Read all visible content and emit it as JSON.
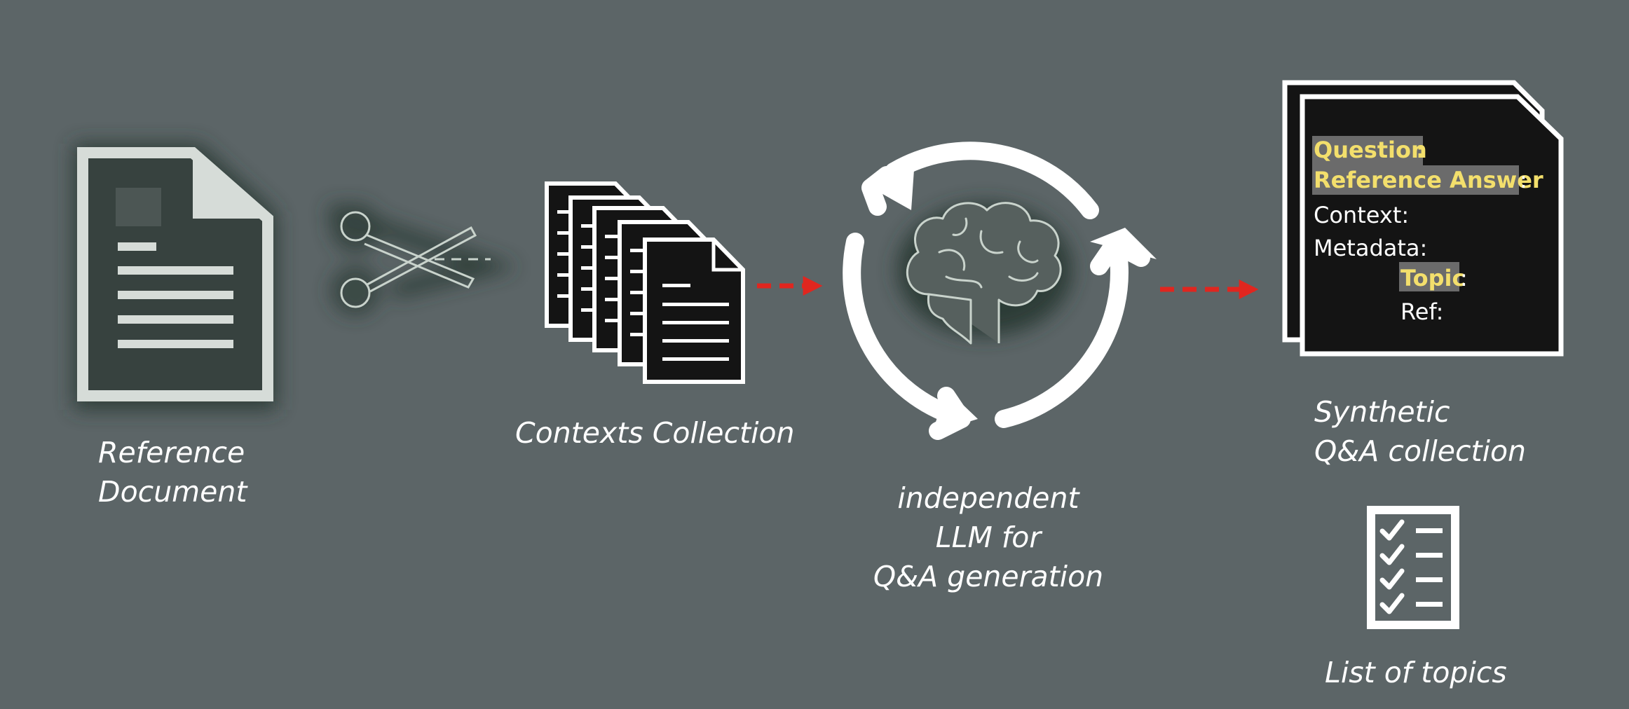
{
  "colors": {
    "background": "#5c6567",
    "icon_white": "#ffffff",
    "doc_dark": "#141414",
    "arrow_red": "#e0261f",
    "highlight_yellow": "#f3df6c",
    "highlight_bg": "#6b6b6b",
    "glow": "#2a3a34",
    "outline_light": "#c9d3cc"
  },
  "nodes": {
    "reference_document": {
      "icon": "document-icon",
      "caption": [
        "Reference",
        "Document"
      ]
    },
    "scissors": {
      "icon": "scissors-icon"
    },
    "contexts_collection": {
      "icon": "document-stack-icon",
      "caption": "Contexts Collection"
    },
    "llm": {
      "icon": "brain-icon",
      "cycle_icon": "refresh-cycle-icon",
      "caption": [
        "independent",
        "LLM for",
        "Q&A generation"
      ]
    },
    "synthetic_qa": {
      "icon": "qa-card-icon",
      "card_lines": {
        "question": "Question",
        "question_colon": ":",
        "reference_answer": "Reference Answer",
        "reference_answer_colon": ":",
        "context": "Context:",
        "metadata": "Metadata:",
        "topic": "Topic",
        "topic_colon": ":",
        "ref": "Ref:"
      },
      "caption": [
        "Synthetic",
        "Q&A collection"
      ]
    },
    "topics_list": {
      "icon": "checklist-icon",
      "caption": "List of topics"
    }
  },
  "edges": [
    {
      "from": "contexts_collection",
      "to": "llm",
      "style": "dashed-red-arrow"
    },
    {
      "from": "llm",
      "to": "synthetic_qa",
      "style": "dashed-red-arrow"
    }
  ]
}
